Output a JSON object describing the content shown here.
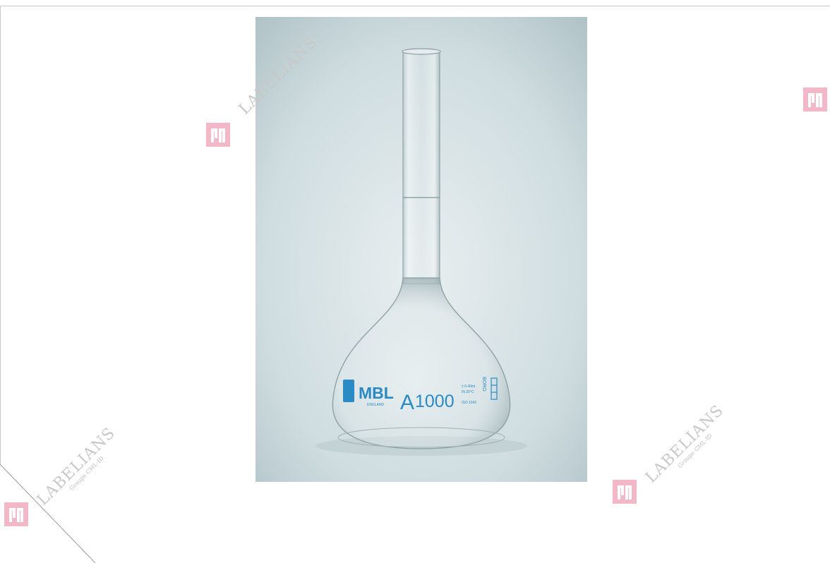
{
  "watermark": {
    "brand": "LABELIANS",
    "subtitle": "Groupe CML-ID",
    "logo_color": "#f3b8c8"
  },
  "product": {
    "label_brand": "MBL",
    "label_origin": "ENGLAND",
    "label_class": "A",
    "label_volume": "1000",
    "label_tolerance": "± 0.40ml",
    "label_temp": "IN 20°C",
    "label_iso": "ISO 1042",
    "label_material": "BORO",
    "print_color": "#2a8ac4"
  }
}
